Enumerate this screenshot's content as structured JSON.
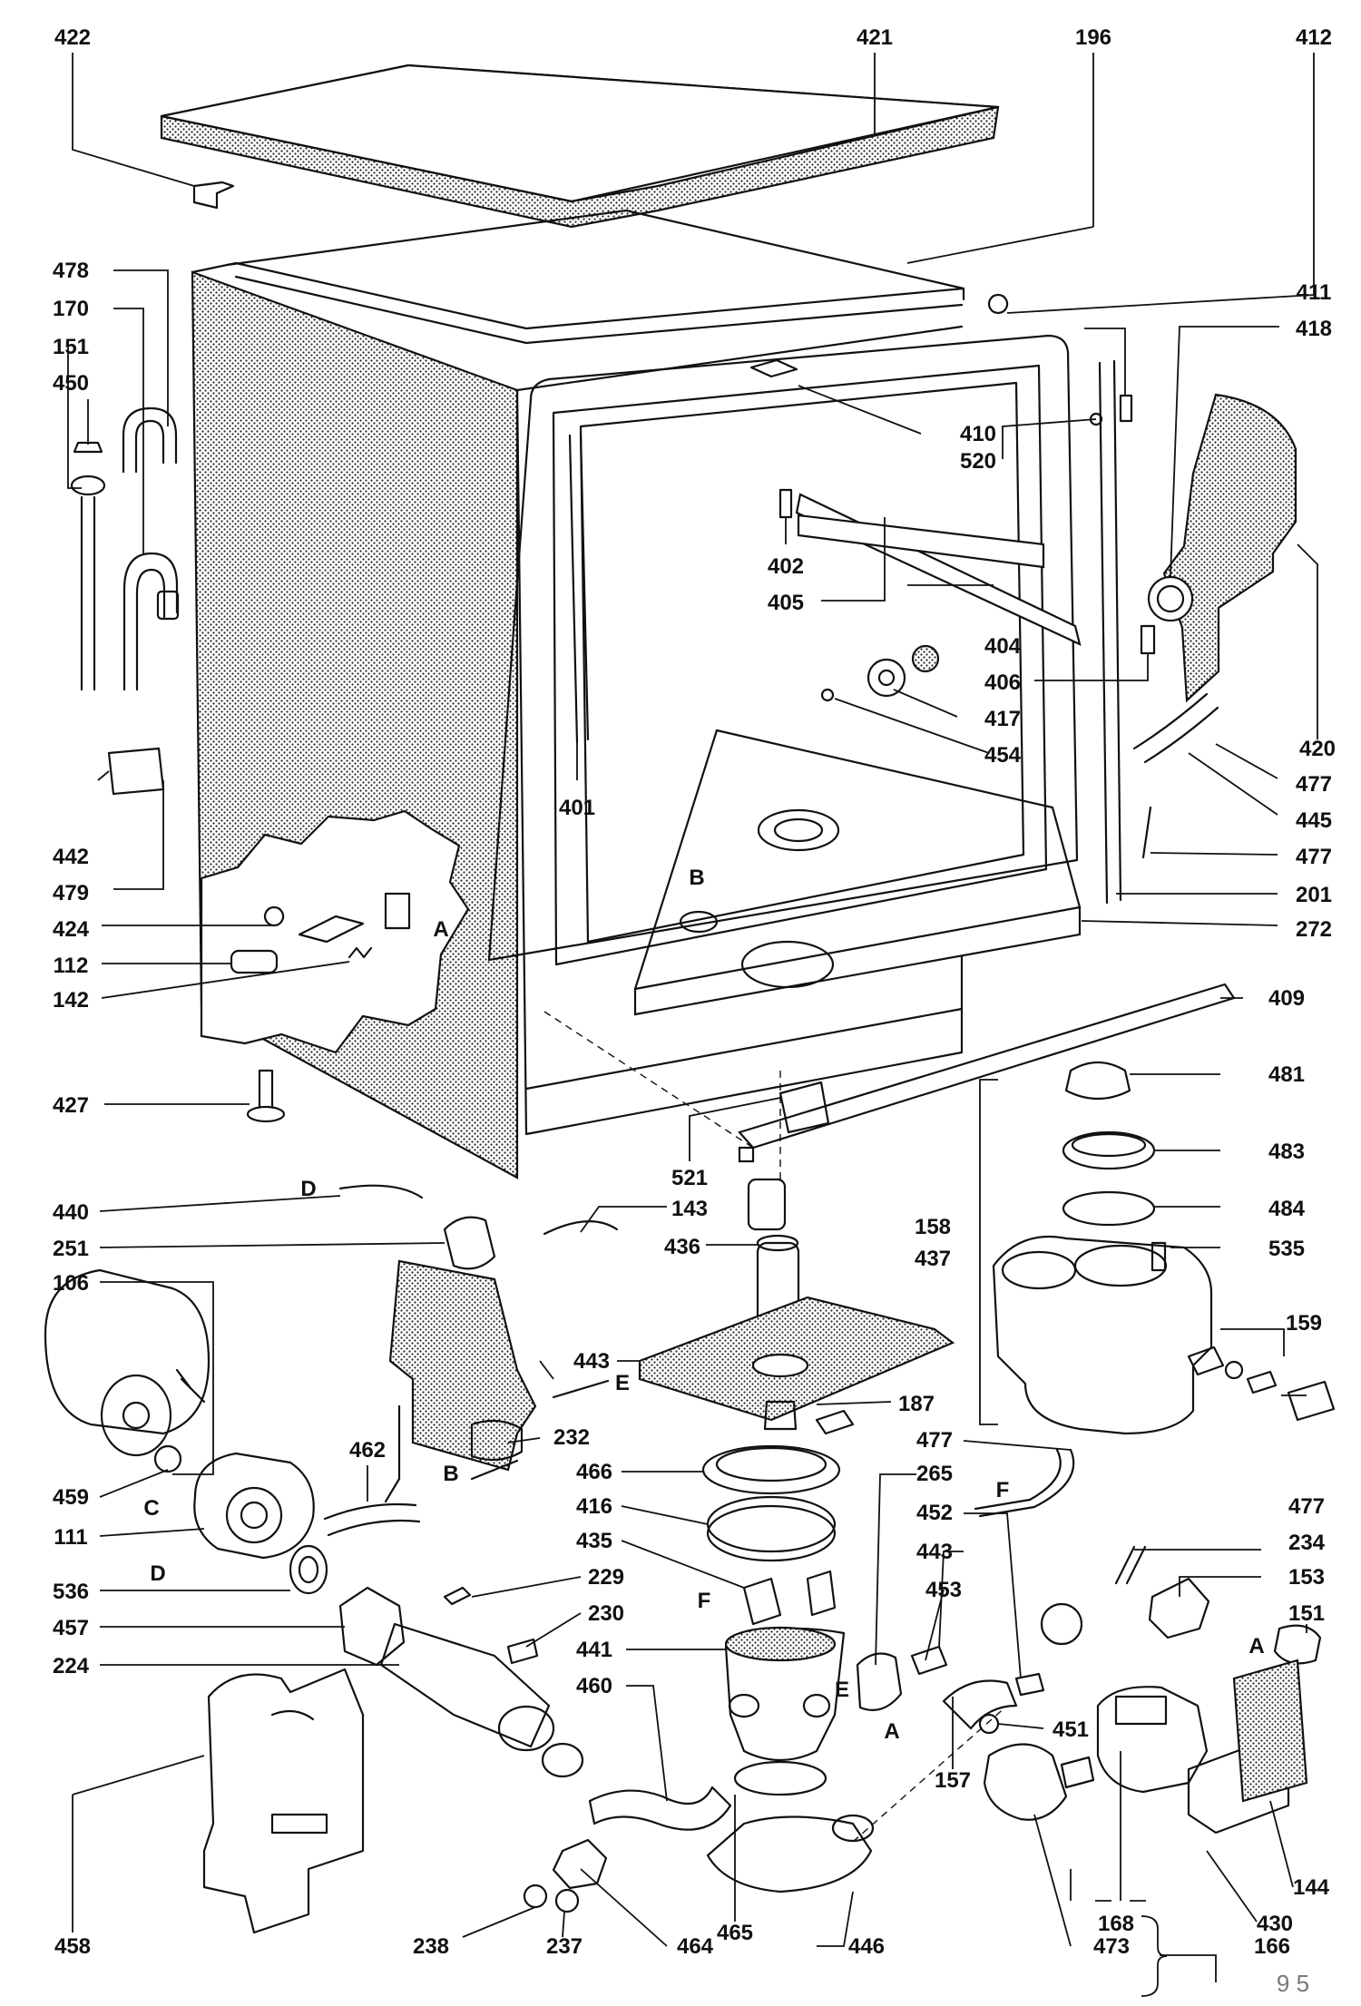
{
  "labels": [
    {
      "text": "422"
    },
    {
      "text": "421"
    },
    {
      "text": "196"
    },
    {
      "text": "412"
    },
    {
      "text": "478"
    },
    {
      "text": "170"
    },
    {
      "text": "151"
    },
    {
      "text": "450"
    },
    {
      "text": "411"
    },
    {
      "text": "418"
    },
    {
      "text": "410"
    },
    {
      "text": "520"
    },
    {
      "text": "402"
    },
    {
      "text": "405"
    },
    {
      "text": "404"
    },
    {
      "text": "406"
    },
    {
      "text": "417"
    },
    {
      "text": "454"
    },
    {
      "text": "420"
    },
    {
      "text": "477"
    },
    {
      "text": "445"
    },
    {
      "text": "477"
    },
    {
      "text": "201"
    },
    {
      "text": "272"
    },
    {
      "text": "442"
    },
    {
      "text": "479"
    },
    {
      "text": "401"
    },
    {
      "text": "424"
    },
    {
      "text": "112"
    },
    {
      "text": "142"
    },
    {
      "text": "409"
    },
    {
      "text": "427"
    },
    {
      "text": "481"
    },
    {
      "text": "521"
    },
    {
      "text": "483"
    },
    {
      "text": "440"
    },
    {
      "text": "143"
    },
    {
      "text": "484"
    },
    {
      "text": "251"
    },
    {
      "text": "436"
    },
    {
      "text": "158"
    },
    {
      "text": "437"
    },
    {
      "text": "535"
    },
    {
      "text": "106"
    },
    {
      "text": "159"
    },
    {
      "text": "443"
    },
    {
      "text": "232"
    },
    {
      "text": "187"
    },
    {
      "text": "477"
    },
    {
      "text": "462"
    },
    {
      "text": "466"
    },
    {
      "text": "265"
    },
    {
      "text": "459"
    },
    {
      "text": "416"
    },
    {
      "text": "452"
    },
    {
      "text": "477"
    },
    {
      "text": "111"
    },
    {
      "text": "435"
    },
    {
      "text": "443"
    },
    {
      "text": "234"
    },
    {
      "text": "536"
    },
    {
      "text": "229"
    },
    {
      "text": "153"
    },
    {
      "text": "453"
    },
    {
      "text": "457"
    },
    {
      "text": "230"
    },
    {
      "text": "151"
    },
    {
      "text": "441"
    },
    {
      "text": "224"
    },
    {
      "text": "460"
    },
    {
      "text": "451"
    },
    {
      "text": "157"
    },
    {
      "text": "144"
    },
    {
      "text": "430"
    },
    {
      "text": "168"
    },
    {
      "text": "458"
    },
    {
      "text": "238"
    },
    {
      "text": "237"
    },
    {
      "text": "464"
    },
    {
      "text": "465"
    },
    {
      "text": "446"
    },
    {
      "text": "473"
    },
    {
      "text": "166"
    }
  ],
  "letters": [
    "A",
    "B",
    "D",
    "E",
    "B",
    "F",
    "C",
    "D",
    "F",
    "E",
    "A",
    "A"
  ],
  "footer": "9 5"
}
